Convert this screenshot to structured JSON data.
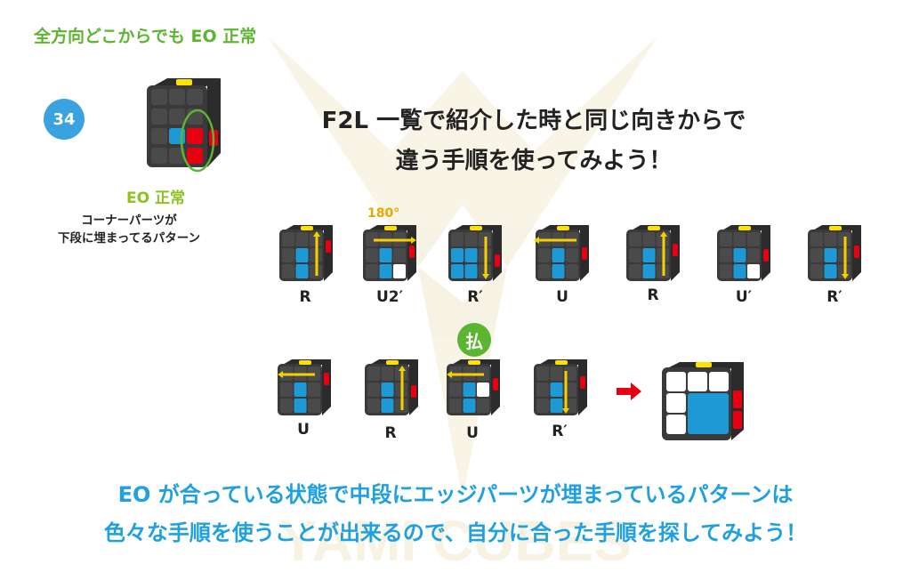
{
  "header": {
    "title": "全方向どこからでも EO 正常"
  },
  "case": {
    "number": "34",
    "eo_label": "EO 正常",
    "desc_line1": "コーナーパーツが",
    "desc_line2": "下段に埋まってるパターン"
  },
  "headline": {
    "line1": "F2L 一覧で紹介した時と同じ向きからで",
    "line2": "違う手順を使ってみよう！"
  },
  "algorithm1": {
    "moves": [
      "R",
      "U2′",
      "R′",
      "U",
      "R",
      "U′",
      "R′"
    ],
    "annotation": "180°"
  },
  "algorithm2": {
    "moves": [
      "U",
      "R",
      "U",
      "R′"
    ],
    "annotation": "払"
  },
  "footer": {
    "line1": "EO が合っている状態で中段にエッジパーツが埋まっているパターンは",
    "line2": "色々な手順を使うことが出来るので、自分に合った手順を探してみよう！"
  },
  "watermark": {
    "text": "YAMI CUBES"
  },
  "colors": {
    "green": "#5bb531",
    "blue": "#1fa0e0",
    "red": "#e60012",
    "yellow": "#ffe100",
    "sticker_blue": "#1d9ad6",
    "arrow_yellow": "#f5d000",
    "cube_dark": "#3a3a3a"
  }
}
